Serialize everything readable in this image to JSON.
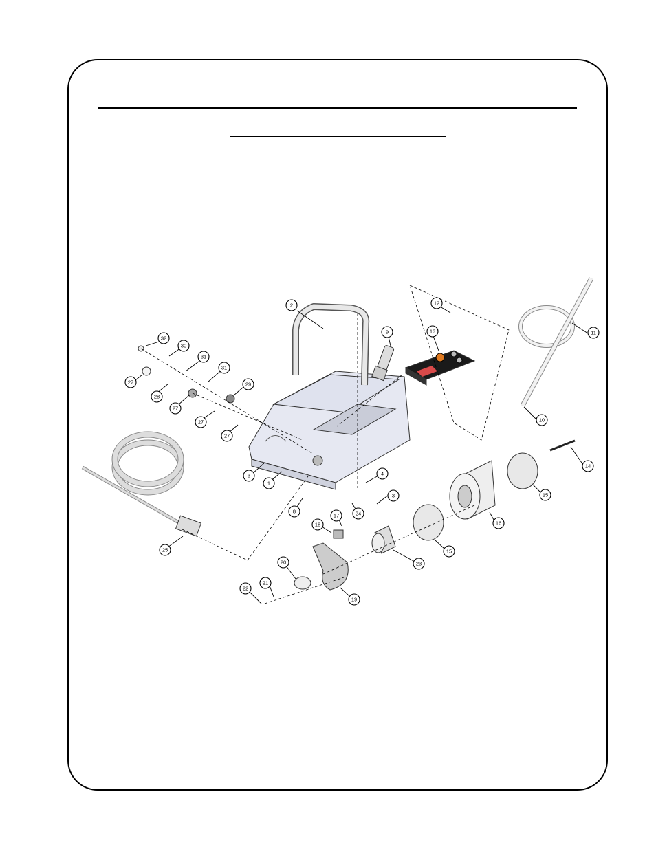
{
  "callouts": [
    {
      "label": "1"
    },
    {
      "label": "2"
    },
    {
      "label": "3"
    },
    {
      "label": "3"
    },
    {
      "label": "4"
    },
    {
      "label": "8"
    },
    {
      "label": "9"
    },
    {
      "label": "10"
    },
    {
      "label": "11"
    },
    {
      "label": "12"
    },
    {
      "label": "13"
    },
    {
      "label": "14"
    },
    {
      "label": "15"
    },
    {
      "label": "15"
    },
    {
      "label": "16"
    },
    {
      "label": "17"
    },
    {
      "label": "18"
    },
    {
      "label": "19"
    },
    {
      "label": "20"
    },
    {
      "label": "21"
    },
    {
      "label": "22"
    },
    {
      "label": "23"
    },
    {
      "label": "24"
    },
    {
      "label": "25"
    },
    {
      "label": "27"
    },
    {
      "label": "27"
    },
    {
      "label": "27"
    },
    {
      "label": "27"
    },
    {
      "label": "28"
    },
    {
      "label": "29"
    },
    {
      "label": "30"
    },
    {
      "label": "31"
    },
    {
      "label": "31"
    },
    {
      "label": "32"
    }
  ],
  "colors": {
    "frame": "#000000",
    "housing": "#e6e8f2",
    "panel": "#1a1a1a",
    "panel_label": "#d94a4a",
    "knob": "#e07a20",
    "tube": "#f2f2f2"
  }
}
